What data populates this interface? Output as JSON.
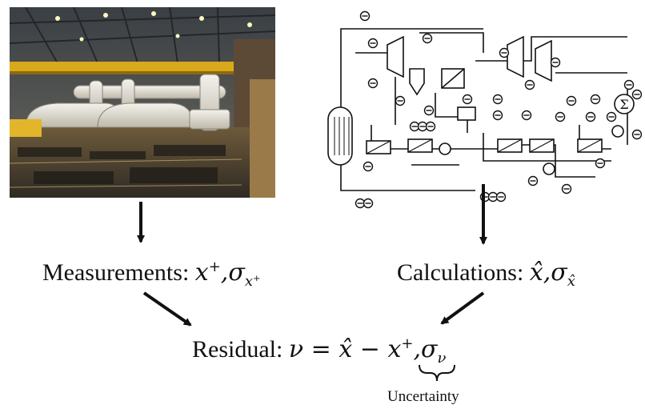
{
  "labels": {
    "measurements_prefix": "Measurements:",
    "measurements_math": "x",
    "measurements_sup": "+",
    "measurements_sigma": "σ",
    "measurements_sigma_sub": "x⁺",
    "calculations_prefix": "Calculations:",
    "calculations_math": "x̂",
    "calculations_sigma": "σ",
    "calculations_sigma_sub": "x̂",
    "residual_prefix": "Residual:",
    "residual_lhs": "ν",
    "residual_eq": "=",
    "residual_xhat": "x̂",
    "residual_minus": "−",
    "residual_x": "x",
    "residual_sup": "+",
    "residual_sigma": "σ",
    "residual_sigma_sub": "ν",
    "uncertainty": "Uncertainty"
  },
  "schematic": {
    "gauge_symbol": "Θ",
    "sum_symbol": "Σ"
  }
}
